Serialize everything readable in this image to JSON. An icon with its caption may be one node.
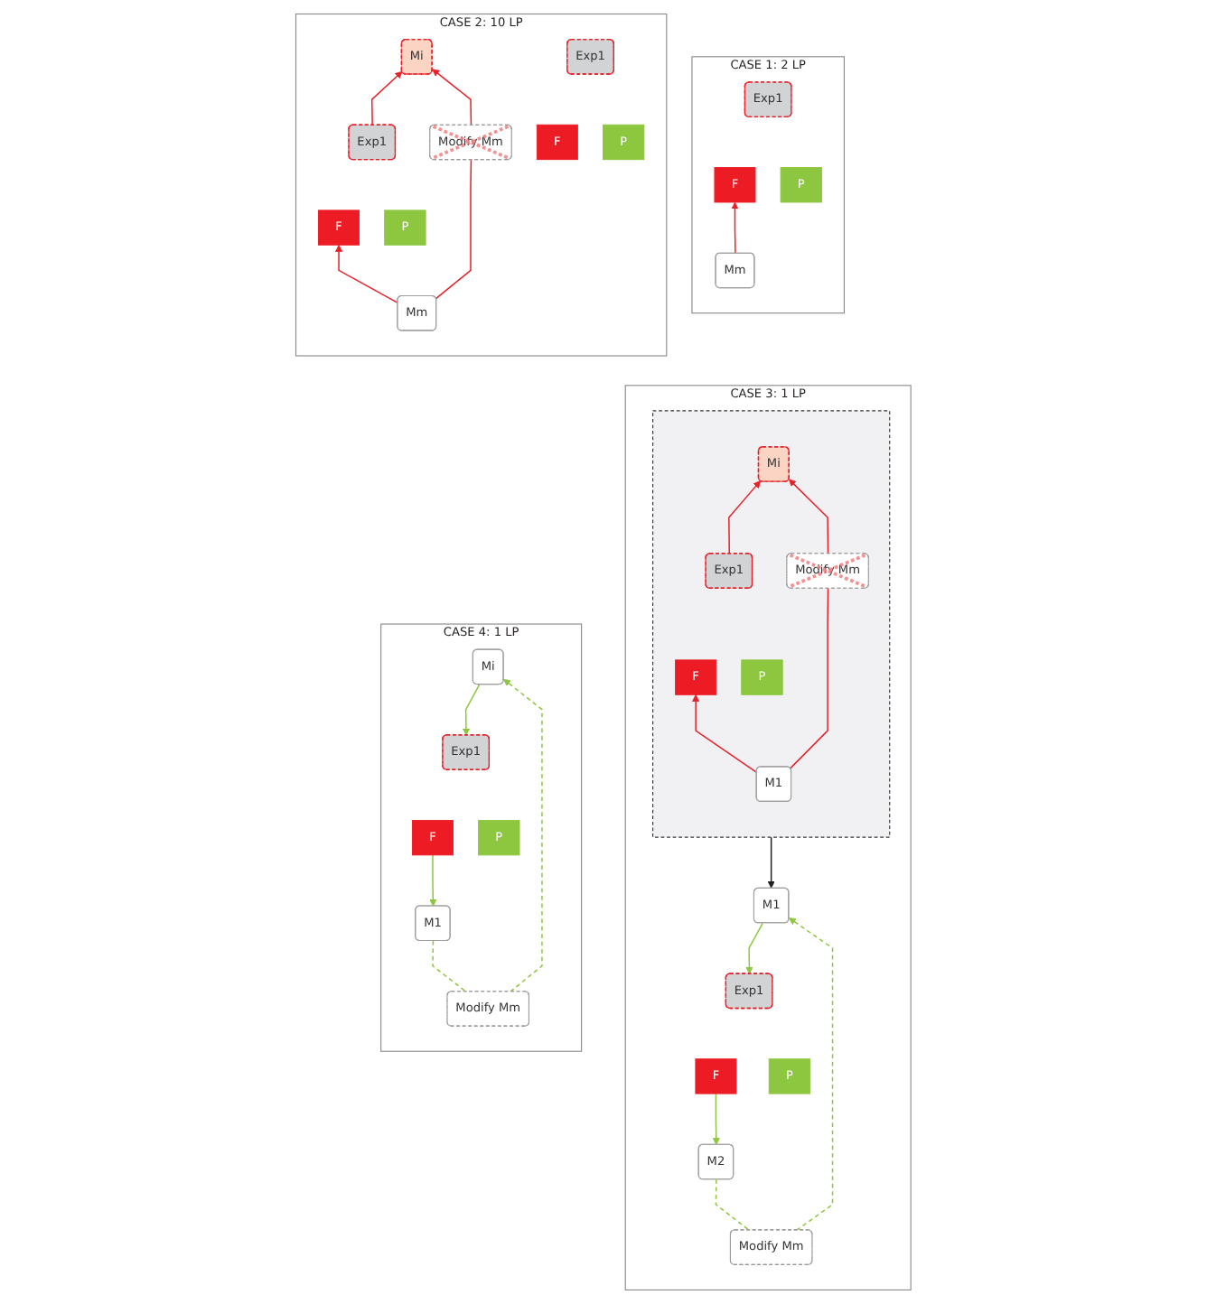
{
  "diagram": {
    "nodes": [
      {
        "text": [
          "CASE 1: 2 LP"
        ]
      },
      {
        "text": [
          "Exp1"
        ],
        "in": 0
      },
      {
        "text": [
          "F"
        ],
        "in": 0
      },
      {
        "text": [
          "P"
        ],
        "in": 0
      },
      {
        "text": [
          "Mm"
        ],
        "in": 0
      },
      {
        "text": [
          "CASE 2: 10 LP"
        ]
      },
      {
        "text": [
          "Mi"
        ],
        "in": 5
      },
      {
        "text": [
          "Modify Mm"
        ],
        "in": 5
      },
      {
        "text": [
          "Exp1"
        ],
        "in": 5
      },
      {
        "text": [
          "F"
        ],
        "in": 5
      },
      {
        "text": [
          "P"
        ],
        "in": 5
      },
      {
        "text": [
          "Mm"
        ],
        "in": 5
      },
      {
        "text": [
          "Exp1"
        ],
        "in": 5
      },
      {
        "text": [
          "F"
        ],
        "in": 5
      },
      {
        "text": [
          "P"
        ],
        "in": 5
      },
      {
        "text": [
          "CASE 3: 1 LP"
        ]
      },
      {
        "text": [],
        "shape": "box",
        "in": 15
      },
      {
        "text": [
          "Mi"
        ],
        "in": 16
      },
      {
        "text": [
          "Modify Mm"
        ],
        "in": 16
      },
      {
        "text": [
          "Exp1"
        ],
        "in": 16
      },
      {
        "text": [
          "F"
        ],
        "in": 16
      },
      {
        "text": [
          "P"
        ],
        "in": 16
      },
      {
        "text": [
          "M1"
        ],
        "in": 16
      },
      {
        "text": [
          "M1"
        ],
        "in": 15
      },
      {
        "text": [
          "Modify Mm"
        ],
        "in": 15
      },
      {
        "text": [
          "Exp1"
        ],
        "in": 15
      },
      {
        "text": [
          "F"
        ],
        "in": 15
      },
      {
        "text": [
          "P"
        ],
        "in": 15
      },
      {
        "text": [
          "M2"
        ],
        "in": 15
      },
      {
        "text": [
          "CASE 4: 1 LP"
        ]
      },
      {
        "text": [
          "Mi"
        ],
        "in": 29
      },
      {
        "text": [
          "Modify Mm"
        ],
        "in": 29
      },
      {
        "text": [
          "Exp1"
        ],
        "in": 29
      },
      {
        "text": [
          "F"
        ],
        "in": 29
      },
      {
        "text": [
          "P"
        ],
        "in": 29
      },
      {
        "text": [
          "M1"
        ],
        "in": 29
      }
    ],
    "edges": [
      {
        "from": 4,
        "to": 2,
        "arrow": "to"
      },
      {
        "from": 11,
        "to": 9,
        "arrow": "to"
      },
      {
        "from": 8,
        "to": 6,
        "arrow": "to"
      },
      {
        "from": 11,
        "to": 7,
        "arrow": "none"
      },
      {
        "from": 7,
        "to": 6,
        "arrow": "to"
      },
      {
        "from": 22,
        "to": 20,
        "arrow": "to"
      },
      {
        "from": 19,
        "to": 17,
        "arrow": "to"
      },
      {
        "from": 22,
        "to": 18,
        "arrow": "none"
      },
      {
        "from": 18,
        "to": 17,
        "arrow": "to"
      },
      {
        "from": 16,
        "to": 23,
        "arrow": "to",
        "color": "#231f20"
      },
      {
        "from": 23,
        "to": 25,
        "arrow": "to",
        "color": "#8dc63f"
      },
      {
        "from": 26,
        "to": 28,
        "arrow": "to",
        "color": "#8dc63f"
      },
      {
        "from": 28,
        "to": 24,
        "arrow": "none",
        "style": "dashed",
        "color": "#8dc63f"
      },
      {
        "from": 24,
        "to": 23,
        "arrow": "to",
        "style": "dashed",
        "color": "#8dc63f"
      },
      {
        "from": 30,
        "to": 32,
        "arrow": "to",
        "color": "#8dc63f"
      },
      {
        "from": 33,
        "to": 35,
        "arrow": "to",
        "color": "#8dc63f"
      },
      {
        "from": 35,
        "to": 31,
        "arrow": "none",
        "style": "dashed",
        "color": "#8dc63f"
      },
      {
        "from": 31,
        "to": 30,
        "arrow": "to",
        "style": "dashed",
        "color": "#8dc63f"
      }
    ]
  }
}
